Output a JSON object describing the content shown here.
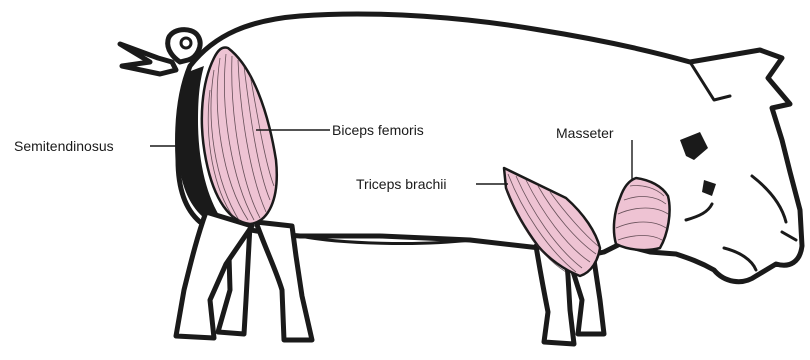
{
  "colors": {
    "muscle_fill": "#eec3d3",
    "outline": "#1a1a1a",
    "background": "#ffffff"
  },
  "labels": {
    "semitendinosus": "Semitendinosus",
    "biceps_femoris": "Biceps femoris",
    "triceps_brachii": "Triceps brachii",
    "masseter": "Masseter"
  }
}
